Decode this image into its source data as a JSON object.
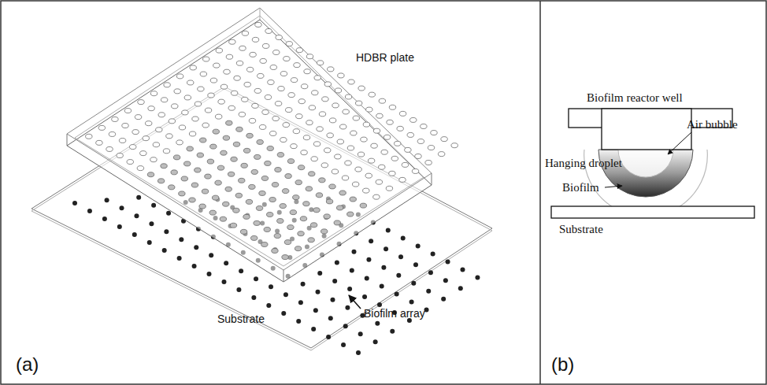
{
  "diagram": {
    "labels": [
      "HDBR plate",
      "Biofilm array",
      "Substrate",
      "(a)",
      "Biofilm reactor well",
      "Air bubble",
      "Hanging droplet",
      "Biofilm",
      "Substrate",
      "(b)"
    ]
  }
}
